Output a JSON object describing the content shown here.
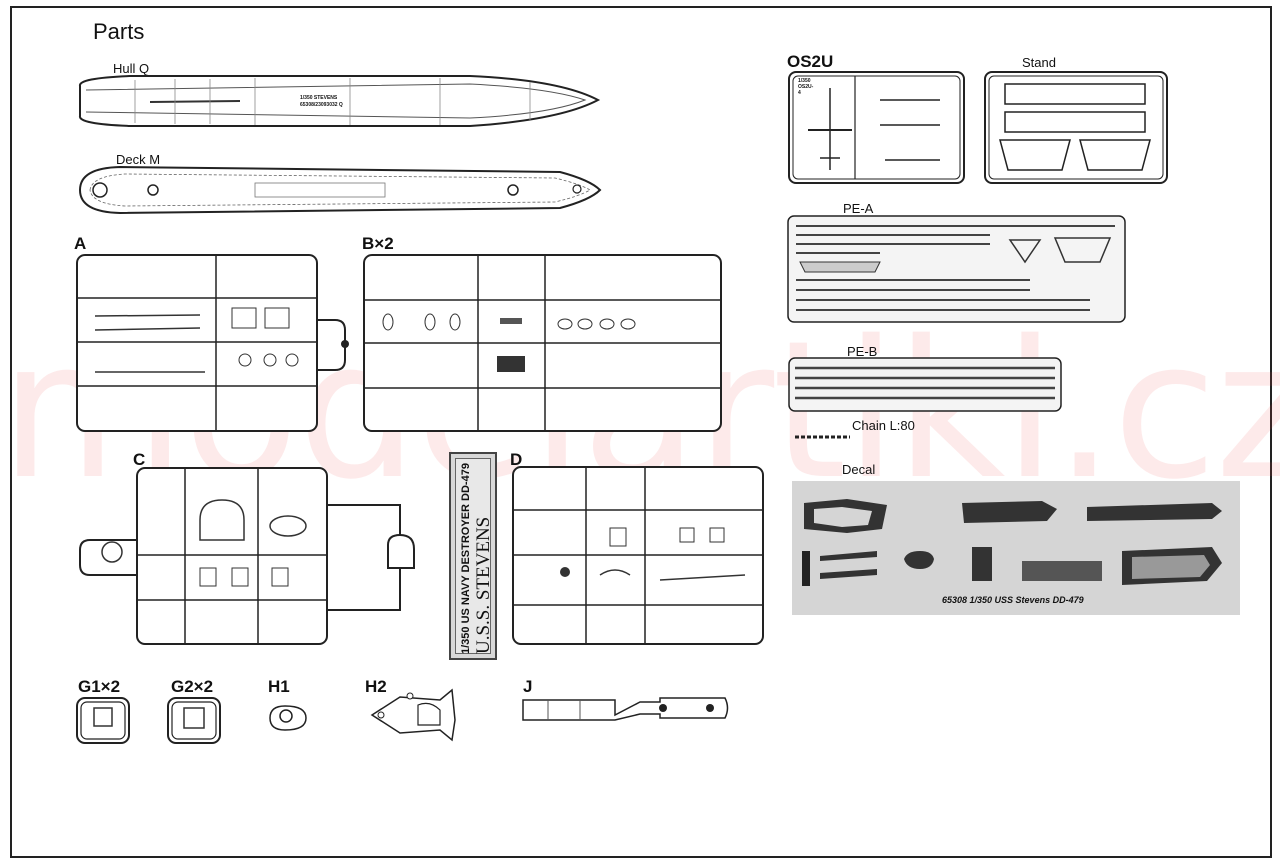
{
  "page": {
    "title": "Parts",
    "watermark": "modelartikl.cz"
  },
  "hull": {
    "hull_label": "Hull Q",
    "hull_text_line1": "1/350 STEVENS",
    "hull_text_line2": "65308/23093032 Q",
    "deck_label": "Deck M"
  },
  "sprues": {
    "A": "A",
    "B": "B×2",
    "C": "C",
    "D": "D",
    "G1": "G1×2",
    "G2": "G2×2",
    "H1": "H1",
    "H2": "H2",
    "J": "J"
  },
  "banner": {
    "line1": "1/350 US NAVY DESTROYER DD-479",
    "line2": "U.S.S. STEVENS"
  },
  "right": {
    "os2u_label": "OS2U",
    "os2u_tag": "1/350 OS2U-4",
    "stand_label": "Stand",
    "pea_label": "PE-A",
    "peb_label": "PE-B",
    "chain_label": "Chain  L:80",
    "decal_label": "Decal",
    "decal_caption": "65308 1/350 USS Stevens DD-479"
  },
  "colors": {
    "line": "#222222",
    "decal_bg": "#d5d5d5",
    "watermark": "#eb5050"
  }
}
